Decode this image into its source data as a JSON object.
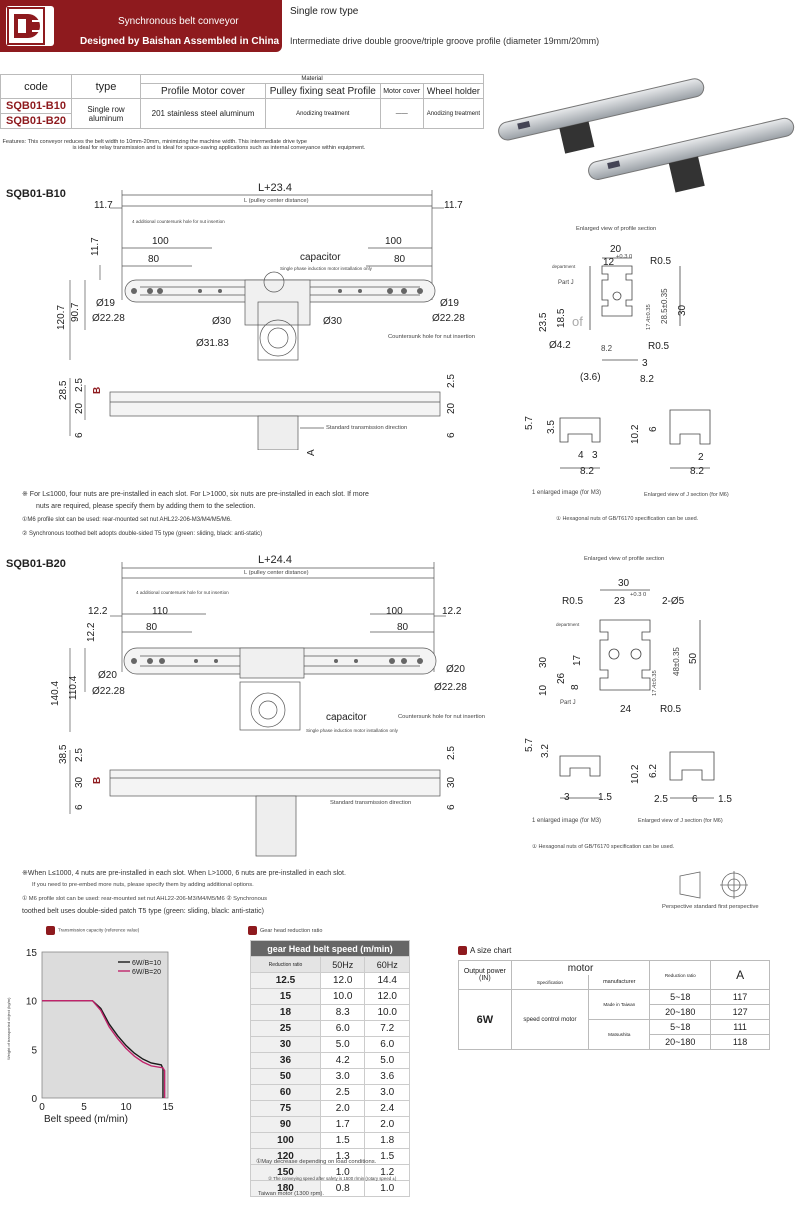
{
  "header": {
    "banner_title": "Synchronous belt conveyor",
    "banner_subtitle": "Designed by Baishan Assembled in China",
    "type_label": "Single row type",
    "type_desc": "Intermediate drive double groove/triple groove profile (diameter 19mm/20mm)"
  },
  "spec_table": {
    "material_header": "Material",
    "col_code": "code",
    "col_type": "type",
    "col_profile": "Profile",
    "col_motor_cover": "Motor cover",
    "col_pulley_fixing_seat": "Pulley fixing seat",
    "col_profile2": "Profile",
    "col_motor_cover2": "Motor cover",
    "col_wheel_holder": "Wheel holder",
    "code1": "SQB01-B10",
    "code2": "SQB01-B20",
    "type_val": "Single row aluminum",
    "pulley_val": "201 stainless steel aluminum",
    "profile_val": "Anodizing treatment",
    "motor_cover_val": "——",
    "wheel_val": "Anodizing treatment",
    "features_line1": "Features: This conveyor reduces the belt width to 10mm-20mm, minimizing the machine width. This intermediate drive type",
    "features_line2": "is ideal for relay transmission and is ideal for space-saving applications such as internal conveyance within equipment."
  },
  "b10": {
    "title": "SQB01-B10",
    "dims": {
      "total": "L+23.4",
      "center": "L (pulley center distance)",
      "end_left": "11.7",
      "end_right": "11.7",
      "d100_left": "100",
      "d100_right": "100",
      "d80_left": "80",
      "d80_right": "80",
      "h11_7": "11.7",
      "h90_7": "90.7",
      "h120_7": "120.7",
      "d19_left": "Ø19",
      "d19_right": "Ø19",
      "d22_left": "Ø22.28",
      "d22_right": "Ø22.28",
      "d30_a": "Ø30",
      "d30_b": "Ø30",
      "d31": "Ø31.83",
      "capacitor": "capacitor",
      "capacitor_note": "Single phase induction motor installation only",
      "countersunk": "Countersunk hole for nut insertion",
      "nut_note": "4 additional countersunk hole for nut insertion",
      "h28_5": "28.5",
      "h2_5a": "2.5",
      "h20": "20",
      "h6": "6",
      "b": "B",
      "a": "A",
      "r2_5": "2.5",
      "r20": "20",
      "r6": "6",
      "direction": "Standard transmission direction"
    },
    "notes": {
      "n1": "※ For L≤1000, four nuts are pre-installed in each slot. For L>1000, six nuts are pre-installed in each slot. If more",
      "n2": "nuts are required, please specify them by adding them to the selection.",
      "n3": "①M6 profile slot can be used: rear-mounted set nut AHL22-206-M3/M4/M5/M6.",
      "n4": "② Synchronous toothed belt adopts double-sided T5 type (green: sliding, black: anti-static)"
    },
    "profile": {
      "title": "Enlarged view of profile section",
      "w20": "20",
      "w12": "12",
      "tol": "+0.3 0",
      "r05": "R0.5",
      "r05b": "R0.5",
      "dep": "department",
      "partj": "Part J",
      "h23_5": "23.5",
      "h18_5": "18.5",
      "h30": "30",
      "h28_5": "28.5±0.35",
      "h17_4": "17.4±0.35",
      "d42": "Ø4.2",
      "w82": "8.2",
      "w3": "3",
      "w36": "(3.6)",
      "w82b": "8.2",
      "of": "of"
    },
    "detail": {
      "d57": "5.7",
      "d35": "3.5",
      "w4": "4",
      "w3": "3",
      "w82": "8.2",
      "d102": "10.2",
      "d6": "6",
      "w2": "2",
      "w82b": "8.2",
      "cap_left": "1 enlarged image (for M3)",
      "cap_right": "Enlarged view of J section (for M6)",
      "hex": "① Hexagonal nuts of GB/T6170 specification can be used."
    }
  },
  "b20": {
    "title": "SQB01-B20",
    "dims": {
      "total": "L+24.4",
      "center": "L (pulley center distance)",
      "end_left": "12.2",
      "end_right": "12.2",
      "d110": "110",
      "d100": "100",
      "d80_left": "80",
      "d80_right": "80",
      "h12_2": "12.2",
      "h110_4": "110.4",
      "h140_4": "140.4",
      "d20_left": "Ø20",
      "d20_right": "Ø20",
      "d22_left": "Ø22.28",
      "d22_right": "Ø22.28",
      "capacitor": "capacitor",
      "capacitor_note": "Single phase induction motor installation only",
      "countersunk": "Countersunk hole for nut insertion",
      "nut_note": "4 additional countersunk hole for nut insertion",
      "h38_5": "38.5",
      "h2_5": "2.5",
      "h30": "30",
      "h6": "6",
      "b": "B",
      "r2_5": "2.5",
      "r30": "30",
      "r6": "6",
      "direction": "Standard transmission direction"
    },
    "notes": {
      "n1": "※When L≤1000, 4 nuts are pre-installed in each slot. When L>1000, 6 nuts are pre-installed in each slot.",
      "n2": "If you need to pre-embed more nuts, please specify them by adding additional options.",
      "n3": "① M6 profile slot can be used: rear-mounted set nut AHL22-206-M3/M4/M5/M6 ② Synchronous",
      "n4": "toothed belt uses double-sided patch T5 type (green: sliding, black: anti-static)"
    },
    "profile": {
      "title": "Enlarged view of profile section",
      "w30": "30",
      "w23": "23",
      "tol": "+0.3 0",
      "r05": "R0.5",
      "d25": "2-Ø5",
      "dep": "department",
      "partj": "Part J",
      "h30": "30",
      "h26": "26",
      "h17": "17",
      "h10": "10",
      "h8": "8",
      "h48": "48±0.35",
      "h50": "50",
      "h17_4": "17.4±0.35",
      "w24": "24",
      "r05b": "R0.5"
    },
    "detail": {
      "d57": "5.7",
      "d32": "3.2",
      "w3": "3",
      "w15": "1.5",
      "d102": "10.2",
      "d62": "6.2",
      "w25": "2.5",
      "w6": "6",
      "w15b": "1.5",
      "cap_left": "1 enlarged image (for M3)",
      "cap_right": "Enlarged view of J section (for M6)",
      "hex": "① Hexagonal nuts of GB/T6170 specification can be used.",
      "perspective": "Perspective standard first perspective"
    }
  },
  "load_chart": {
    "title": "Transmission capacity (reference value)",
    "ylabel": "Weight of transported object (kg/m)",
    "xlabel": "Belt speed (m/min)"
  },
  "chart_data": {
    "type": "line",
    "xlabel": "Belt speed (m/min)",
    "ylabel": "Weight of transported object (kg/m)",
    "xlim": [
      0,
      15
    ],
    "ylim": [
      0,
      15
    ],
    "xticks": [
      "0",
      "5",
      "10",
      "15"
    ],
    "yticks": [
      "0",
      "5",
      "10",
      "15"
    ],
    "legend": "top-right",
    "series": [
      {
        "name": "6W/B=10",
        "color": "#1a1a1a",
        "x": [
          0,
          6,
          7,
          8,
          9,
          10,
          11,
          12,
          13,
          14.2,
          14.4,
          14.4
        ],
        "y": [
          10,
          10,
          9.2,
          7.6,
          6.4,
          5.4,
          4.6,
          4.0,
          3.6,
          3.4,
          3.0,
          0
        ]
      },
      {
        "name": "6W/B=20",
        "color": "#c0246b",
        "x": [
          0,
          6,
          7,
          8,
          9,
          10,
          11,
          12,
          13,
          14.4,
          14.6,
          14.6
        ],
        "y": [
          10,
          10,
          9.0,
          7.3,
          6.1,
          5.1,
          4.3,
          3.7,
          3.3,
          3.1,
          2.8,
          0
        ]
      }
    ]
  },
  "gear_table": {
    "title": "Gear head reduction ratio",
    "header": "gear Head belt speed (m/min)",
    "ratio_label": "Reduction ratio",
    "c50": "50Hz",
    "c60": "60Hz",
    "rows": [
      {
        "r": "12.5",
        "a": "12.0",
        "b": "14.4"
      },
      {
        "r": "15",
        "a": "10.0",
        "b": "12.0"
      },
      {
        "r": "18",
        "a": "8.3",
        "b": "10.0"
      },
      {
        "r": "25",
        "a": "6.0",
        "b": "7.2"
      },
      {
        "r": "30",
        "a": "5.0",
        "b": "6.0"
      },
      {
        "r": "36",
        "a": "4.2",
        "b": "5.0"
      },
      {
        "r": "50",
        "a": "3.0",
        "b": "3.6"
      },
      {
        "r": "60",
        "a": "2.5",
        "b": "3.0"
      },
      {
        "r": "75",
        "a": "2.0",
        "b": "2.4"
      },
      {
        "r": "90",
        "a": "1.7",
        "b": "2.0"
      },
      {
        "r": "100",
        "a": "1.5",
        "b": "1.8"
      },
      {
        "r": "120",
        "a": "1.3",
        "b": "1.5"
      },
      {
        "r": "150",
        "a": "1.0",
        "b": "1.2"
      },
      {
        "r": "180",
        "a": "0.8",
        "b": "1.0"
      }
    ],
    "note1": "①May decrease depending on load conditions.",
    "note2": "② The conveying speed after safety is 1500 r/min (rotary speed ±)",
    "note3": "Taiwan motor (1300 rpm)."
  },
  "a_size": {
    "title": "A size chart",
    "output_power": "Output power (IN)",
    "motor": "motor",
    "spec": "Specification",
    "manufacturer": "manufacturer",
    "reduction": "Reduction ratio",
    "a": "A",
    "power": "6W",
    "speed_control": "speed control motor",
    "made_taiwan": "Made in Taiwan",
    "matsushita": "Matsushita",
    "rows": [
      {
        "range": "5~18",
        "a": "117"
      },
      {
        "range": "20~180",
        "a": "127"
      },
      {
        "range": "5~18",
        "a": "111"
      },
      {
        "range": "20~180",
        "a": "118"
      }
    ]
  },
  "colors": {
    "brand": "#8e1a1e",
    "series1": "#1a1a1a",
    "series2": "#c0246b"
  }
}
